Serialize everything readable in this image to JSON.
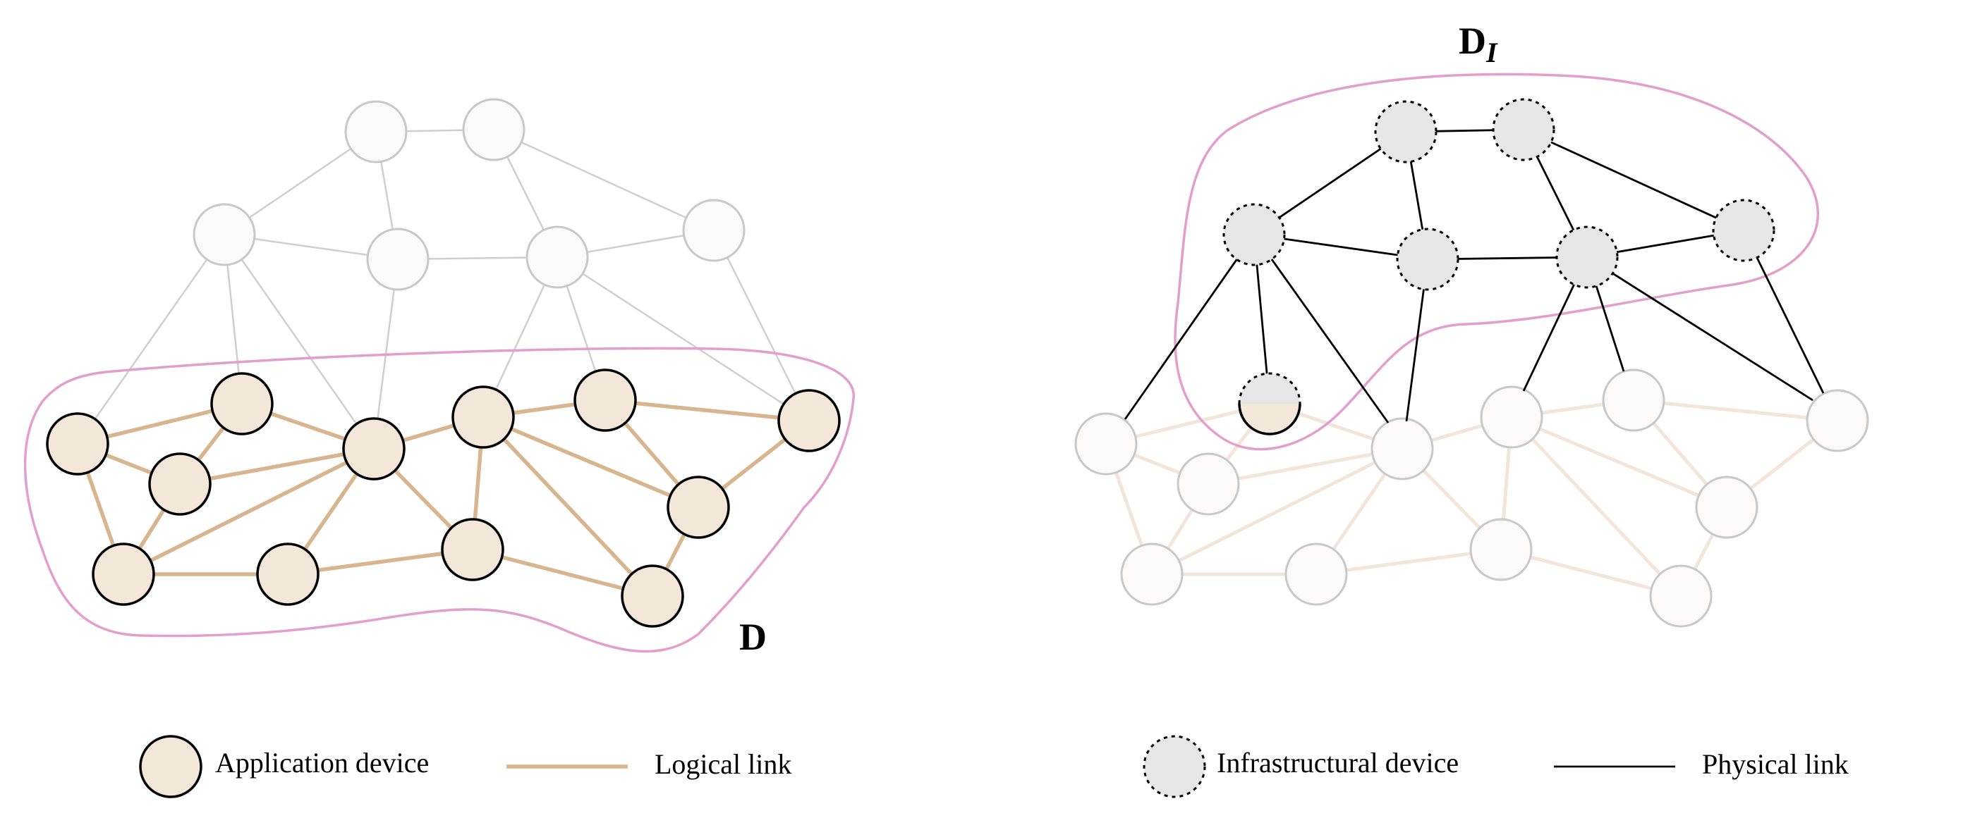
{
  "labels": {
    "set_left": "D",
    "set_right_main": "D",
    "set_right_sub": "I"
  },
  "legend": {
    "application_device": "Application device",
    "logical_link": "Logical link",
    "infrastructural_device": "Infrastructural device",
    "physical_link": "Physical link"
  },
  "colors": {
    "application_fill": "#f3e7da",
    "logical_link": "#d7b58f",
    "infrastructure_fill": "#e6e6e6",
    "faded_node_stroke": "#c8c8c8",
    "region_outline": "#e39fcb",
    "physical_link": "#000000"
  }
}
